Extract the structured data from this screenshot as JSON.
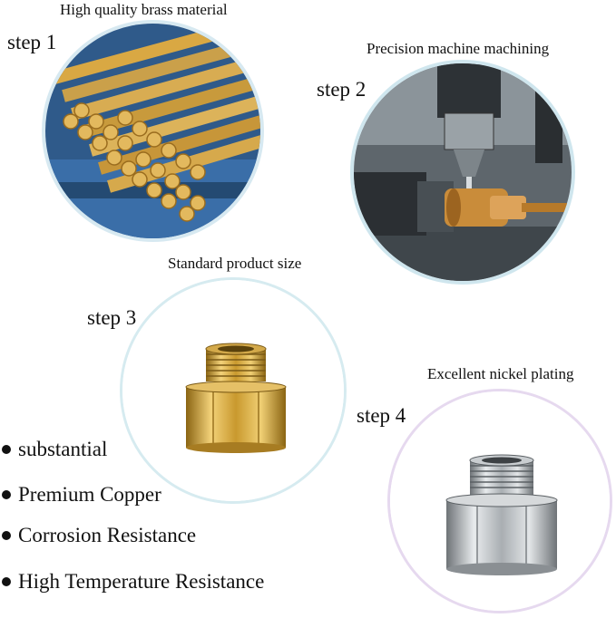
{
  "steps": [
    {
      "step_label": "step 1",
      "caption": "High quality brass material"
    },
    {
      "step_label": "step 2",
      "caption": "Precision machine machining"
    },
    {
      "step_label": "step 3",
      "caption": "Standard product size"
    },
    {
      "step_label": "step 4",
      "caption": "Excellent nickel plating"
    }
  ],
  "features": [
    "substantial",
    "Premium Copper",
    "Corrosion Resistance",
    "High Temperature Resistance"
  ],
  "colors": {
    "brass": "#c8962e",
    "nickel": "#b8bcbf",
    "ring_blue": "#d7e9f1",
    "ring_pink": "#ecdff0"
  }
}
